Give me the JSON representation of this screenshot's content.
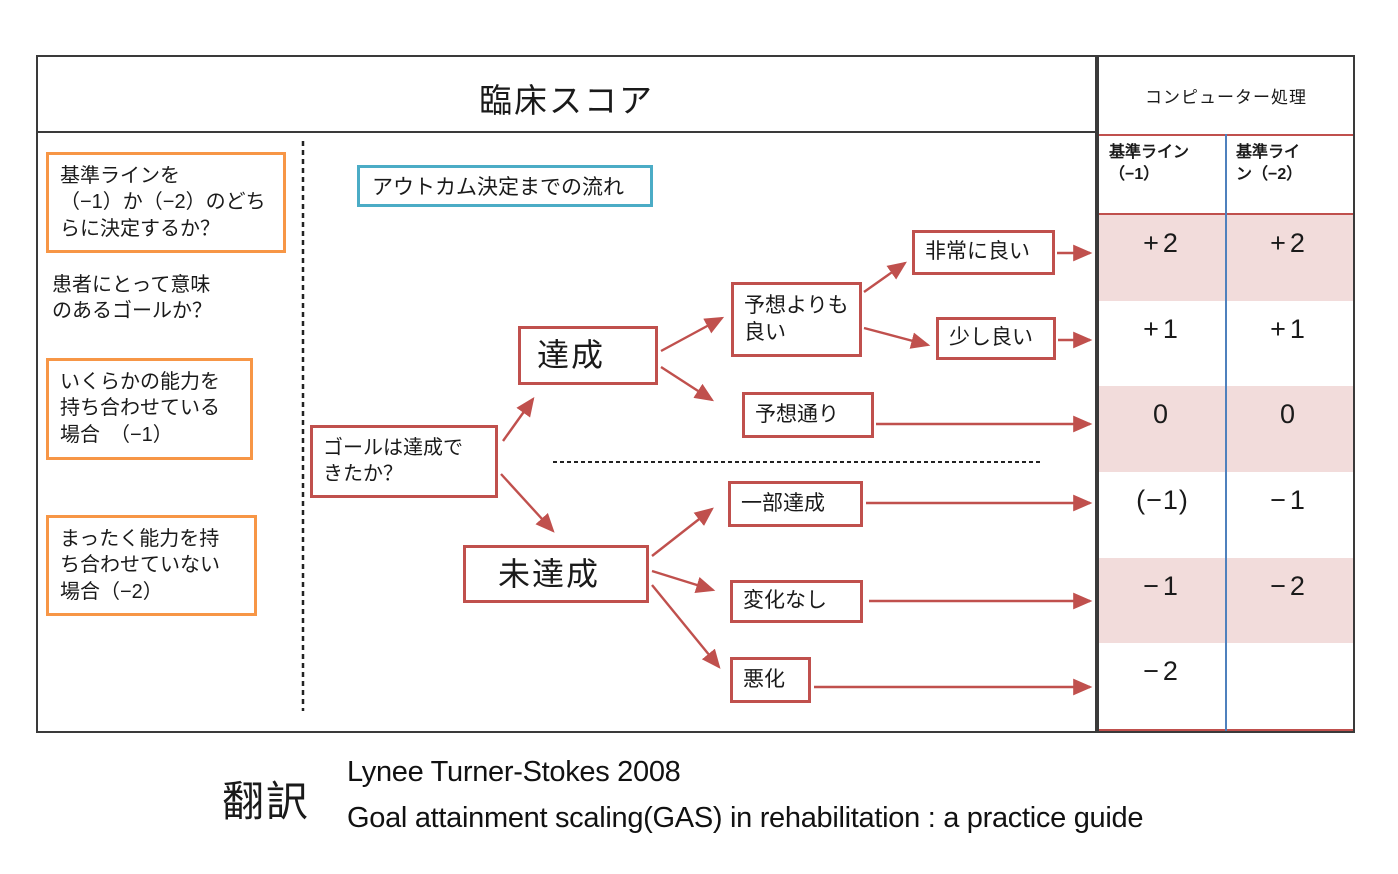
{
  "title": "臨床スコア",
  "colors": {
    "flow_red": "#c0504d",
    "guide_orange": "#f79646",
    "flow_title_blue": "#4bacc6",
    "table_row_pink": "#f2dcdb",
    "table_divider_blue": "#4f81bd",
    "frame_black": "#3a3a3a"
  },
  "left_panel": {
    "box1": "基準ラインを\n（−1）か（−2）のどち\nらに決定するか？",
    "note": "患者にとって意味\nのあるゴールか？",
    "box2": "いくらかの能力を\n持ち合わせている\n場合　（−1）",
    "box3": "まったく能力を持\nち合わせていない\n場合（−2）"
  },
  "flow": {
    "flow_title": "アウトカム決定までの流れ",
    "question": "ゴールは達成で\nきたか？",
    "achieved": "達成",
    "not_achieved": "未達成",
    "better_than_expected": "予想よりも\n良い",
    "much_better": "非常に良い",
    "slightly_better": "少し良い",
    "as_expected": "予想通り",
    "partially_achieved": "一部達成",
    "no_change": "変化なし",
    "worse": "悪化",
    "edges": [
      {
        "from": "goal-question",
        "to": "achieved"
      },
      {
        "from": "goal-question",
        "to": "not-achieved"
      },
      {
        "from": "achieved",
        "to": "better-than-expected"
      },
      {
        "from": "achieved",
        "to": "as-expected"
      },
      {
        "from": "better-than-expected",
        "to": "much-better"
      },
      {
        "from": "better-than-expected",
        "to": "slightly-better"
      },
      {
        "from": "much-better",
        "to": "table-row-+2"
      },
      {
        "from": "slightly-better",
        "to": "table-row-+1"
      },
      {
        "from": "as-expected",
        "to": "table-row-0"
      },
      {
        "from": "not-achieved",
        "to": "partially-achieved"
      },
      {
        "from": "not-achieved",
        "to": "no-change"
      },
      {
        "from": "not-achieved",
        "to": "worse"
      },
      {
        "from": "partially-achieved",
        "to": "table-row-(−1)"
      },
      {
        "from": "no-change",
        "to": "table-row-−1"
      },
      {
        "from": "worse",
        "to": "table-row-−2"
      }
    ]
  },
  "table": {
    "header": "コンピューター処理",
    "col1_header": "基準ライン\n（−1）",
    "col2_header": "基準ライ\nン（−2）",
    "rows": [
      {
        "col1": "+2",
        "col2": "+2"
      },
      {
        "col1": "+1",
        "col2": "+1"
      },
      {
        "col1": "0",
        "col2": "0"
      },
      {
        "col1": "(−1)",
        "col2": "−1"
      },
      {
        "col1": "−1",
        "col2": "−2"
      },
      {
        "col1": "−2",
        "col2": ""
      }
    ]
  },
  "caption": {
    "label": "翻訳",
    "line1": "Lynee Turner-Stokes 2008",
    "line2": "Goal attainment scaling(GAS) in rehabilitation : a practice guide"
  }
}
